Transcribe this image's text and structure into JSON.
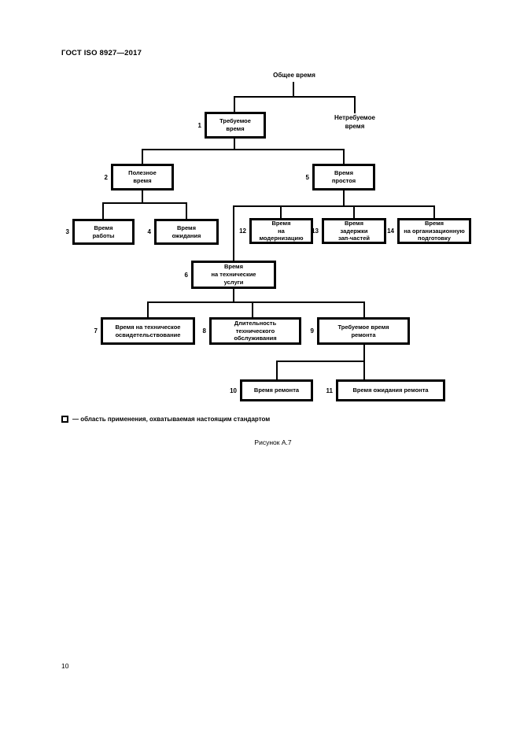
{
  "header": {
    "title": "ГОСТ ISO 8927—2017"
  },
  "diagram": {
    "root_label": "Общее время",
    "not_required_label": "Нетребуемое\nвремя",
    "boxes": [
      {
        "num": "1",
        "label": "Требуемое\nвремя"
      },
      {
        "num": "2",
        "label": "Полезное\nвремя"
      },
      {
        "num": "5",
        "label": "Время\nпростоя"
      },
      {
        "num": "3",
        "label": "Время\nработы"
      },
      {
        "num": "4",
        "label": "Время\nожидания"
      },
      {
        "num": "12",
        "label": "Время\nна\nмодернизацию"
      },
      {
        "num": "13",
        "label": "Время\nзадержки\nзап-частей"
      },
      {
        "num": "14",
        "label": "Время\nна организационную\nподготовку"
      },
      {
        "num": "6",
        "label": "Время\nна технические\nуслуги"
      },
      {
        "num": "7",
        "label": "Время на техническое\nосвидетельствование"
      },
      {
        "num": "8",
        "label": "Длительность\nтехнического\nобслуживания"
      },
      {
        "num": "9",
        "label": "Требуемое время\nремонта"
      },
      {
        "num": "10",
        "label": "Время ремонта"
      },
      {
        "num": "11",
        "label": "Время ожидания ремонта"
      }
    ]
  },
  "legend": {
    "text": "— область применения, охватываемая настоящим стандартом"
  },
  "caption": "Рисунок А.7",
  "page_number": "10"
}
